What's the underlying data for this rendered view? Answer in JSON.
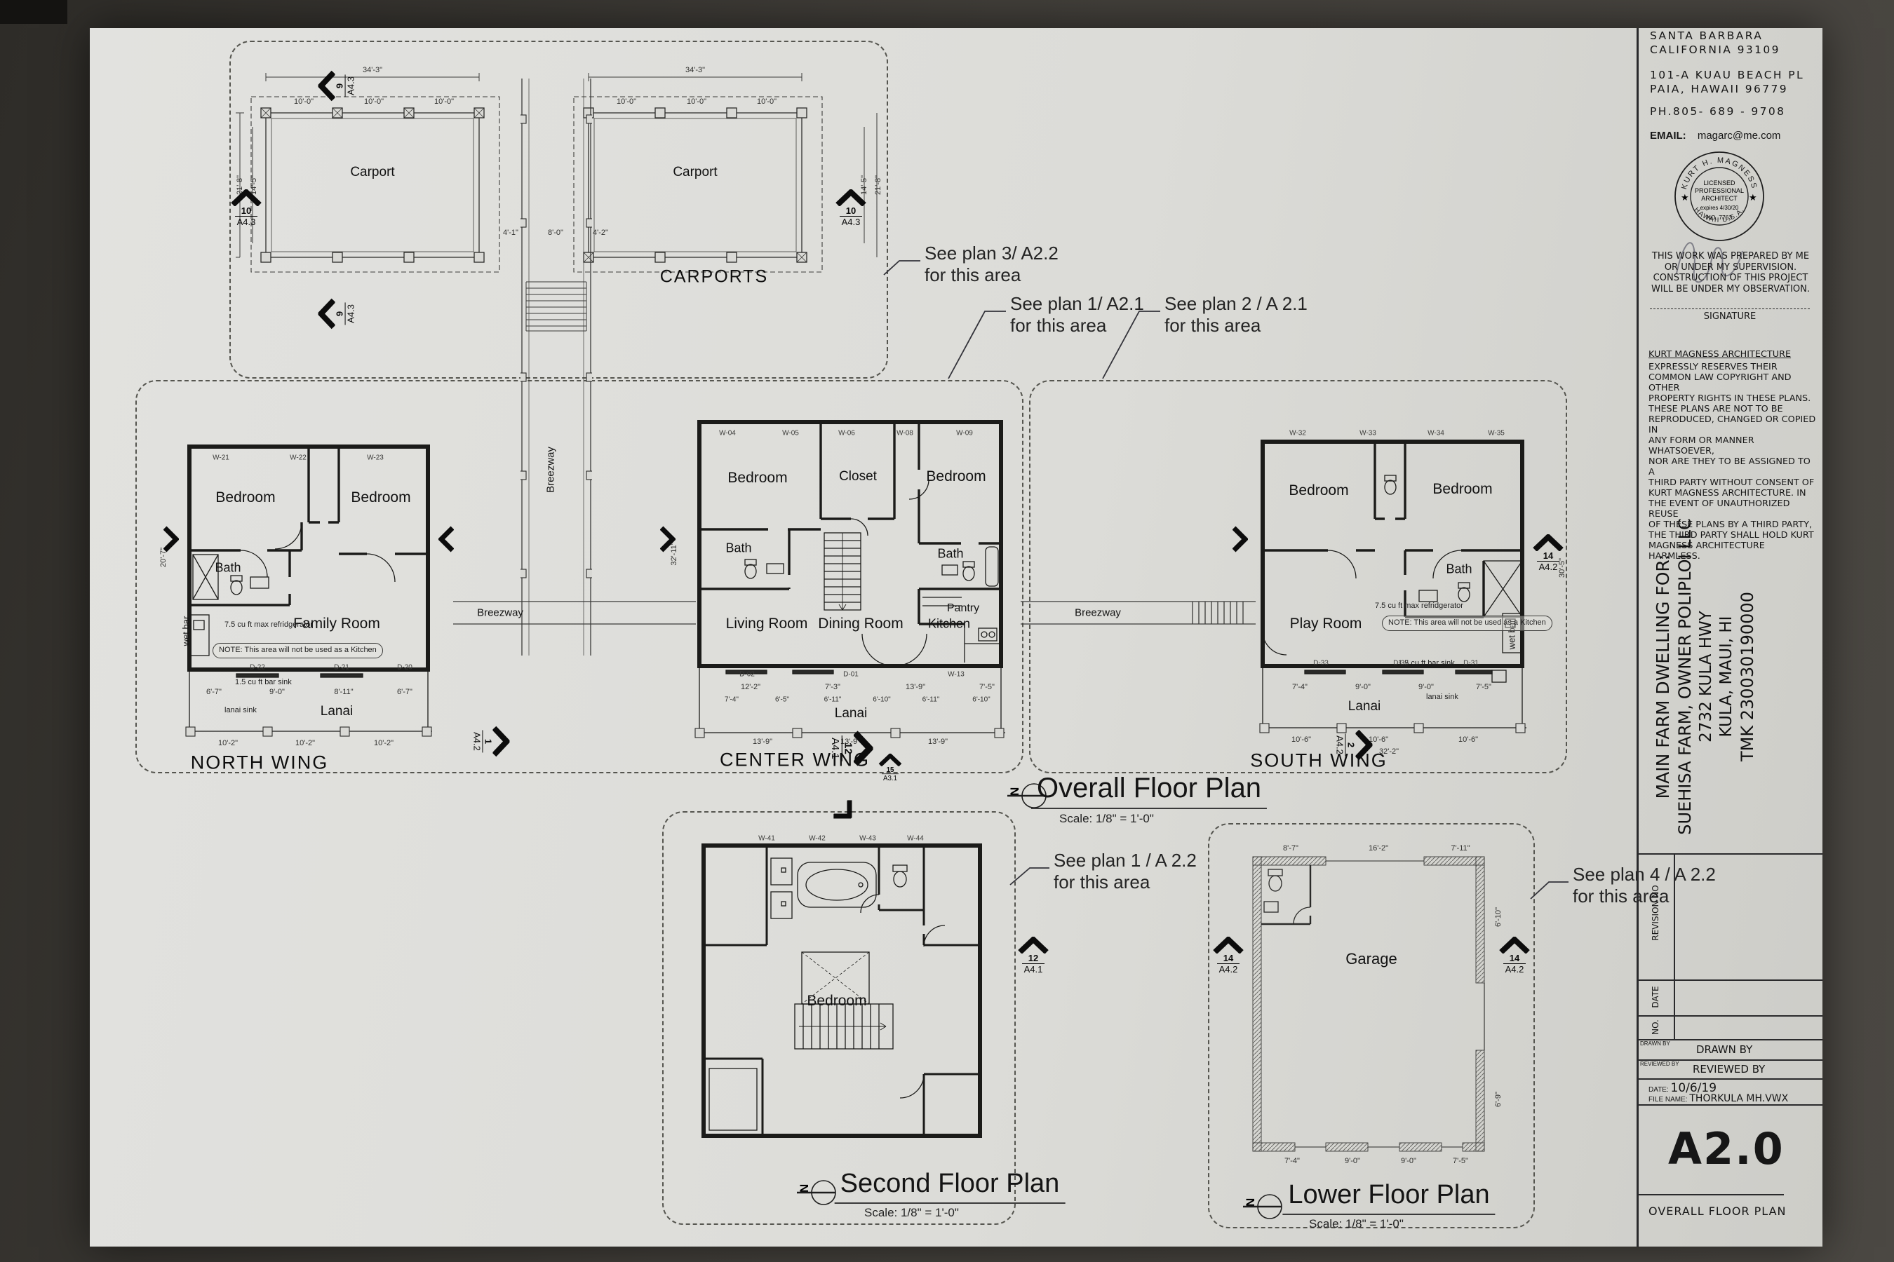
{
  "sheet": {
    "number": "A2.0",
    "title": "OVERALL FLOOR PLAN"
  },
  "firm": {
    "address1": "SANTA BARBARA",
    "address2": "CALIFORNIA 93109",
    "address3": "101-A KUAU BEACH PL",
    "address4": "PAIA, HAWAII 96779",
    "phone": "PH.805- 689 - 9708",
    "email_label": "EMAIL:",
    "email": "magarc@me.com"
  },
  "stamp": {
    "arc_top": "KURT H. MAGNESS",
    "arc_bottom": "HAWAII  U.S.A.",
    "l1": "LICENSED",
    "l2": "PROFESSIONAL",
    "l3": "ARCHITECT",
    "l4": "expires 4/30/20",
    "l5": "NO. 7763",
    "star": "★"
  },
  "attestation": {
    "body": "THIS WORK WAS PREPARED BY ME\nOR UNDER MY SUPERVISION.\nCONSTRUCTION OF THIS PROJECT\nWILL BE UNDER MY OBSERVATION.",
    "signature_label": "SIGNATURE"
  },
  "copyright": {
    "title": "KURT MAGNESS ARCHITECTURE",
    "body": "EXPRESSLY RESERVES THEIR\nCOMMON LAW COPYRIGHT AND OTHER\nPROPERTY RIGHTS IN THESE PLANS.\nTHESE PLANS ARE NOT TO BE\nREPRODUCED, CHANGED OR COPIED IN\nANY FORM OR MANNER WHATSOEVER,\nNOR ARE THEY TO BE ASSIGNED TO A\nTHIRD PARTY WITHOUT CONSENT OF\nKURT MAGNESS ARCHITECTURE.  IN\nTHE EVENT OF UNAUTHORIZED REUSE\nOF THESE PLANS BY A THIRD PARTY,\nTHE THIRD PARTY SHALL HOLD KURT\nMAGNESS ARCHITECTURE HARMLESS."
  },
  "project": {
    "l1": "MAIN FARM DWELLING FOR:",
    "l2": "SUEHISA FARM, OWNER POLIPLOI LLC",
    "l3": "2732 KULA HWY",
    "l4": "KULA, MAUI, HI",
    "l5": "TMK 230030190000"
  },
  "titleblock": {
    "revision": "REVISION NO",
    "date_row": "DATE",
    "no_row": "NO.",
    "drawn_small": "DRAWN BY",
    "drawn": "DRAWN BY",
    "reviewed_small": "REVIEWED BY",
    "reviewed": "REVIEWED BY",
    "date_label": "DATE:",
    "date_value": "10/6/19",
    "file_label": "FILE NAME:",
    "file_value": "THORKULA MH.VWX"
  },
  "plan_titles": {
    "overall": {
      "title": "Overall Floor Plan",
      "scale": "Scale: 1/8\" = 1'-0\""
    },
    "second": {
      "title": "Second Floor Plan",
      "scale": "Scale: 1/8\" = 1'-0\""
    },
    "lower": {
      "title": "Lower Floor Plan",
      "scale": "Scale: 1/8\" = 1'-0\""
    },
    "north_letter": "N"
  },
  "callouts": [
    {
      "l1": "See plan 3/ A2.2",
      "l2": "for this area"
    },
    {
      "l1": "See plan 1/ A2.1",
      "l2": "for this area"
    },
    {
      "l1": "See plan 2 / A 2.1",
      "l2": "for this area"
    },
    {
      "l1": "See plan 1 / A 2.2",
      "l2": "for this area"
    },
    {
      "l1": "See plan 4 / A 2.2",
      "l2": "for this area"
    }
  ],
  "carports": {
    "group_label": "CARPORTS",
    "unit_label": "Carport",
    "dim_top": "34'-3\"",
    "dim_bay": "10'-0\"",
    "dim_left_outer": "21'-8\"",
    "dim_left_inner": "14'-5\"",
    "dim_mid": "8'-0\"",
    "dim_mid_left": "4'-1\"",
    "dim_mid_right": "4'-2\""
  },
  "breezeway": {
    "label": "Breezway"
  },
  "north_wing": {
    "name": "NORTH WING",
    "bed1": "Bedroom",
    "bed2": "Bedroom",
    "bath": "Bath",
    "family": "Family Room",
    "lanai": "Lanai",
    "wetbar": "wet bar",
    "note_fridge": "7.5 cu ft max\nrefridgerator",
    "note_cloud": "NOTE:\nThis area will not be\nused as a Kitchen",
    "note_barsink": "1.5 cu ft bar sink",
    "note_lanaisink": "lanai sink",
    "tags_top": [
      "W-21",
      "W-22",
      "W-23"
    ],
    "tags_lanai": [
      "D-22",
      "D-21",
      "D-20"
    ],
    "dims_lanai": [
      "6'-7\"",
      "9'-0\"",
      "8'-11\"",
      "6'-7\""
    ],
    "dim_postbay": "10'-2\"",
    "dim_side": "20'-7\""
  },
  "center_wing": {
    "name": "CENTER WING",
    "bed1": "Bedroom",
    "closet": "Closet",
    "bed2": "Bedroom",
    "bath1": "Bath",
    "bath2": "Bath",
    "pantry": "Pantry",
    "living": "Living Room",
    "dining": "Dining Room",
    "kitchen": "Kitchen",
    "lanai": "Lanai",
    "tags_top": [
      "W-04",
      "W-05",
      "W-06",
      "W-08",
      "W-09"
    ],
    "tags_lanai": [
      "D-02",
      "D-01",
      "W-13"
    ],
    "dims_lanai": [
      "12'-2\"",
      "7'-3\"",
      "13'-9\"",
      "7'-5\""
    ],
    "dims_row2": [
      "7'-4\"",
      "6'-5\"",
      "6'-11\"",
      "6'-10\"",
      "6'-11\"",
      "6'-10\""
    ],
    "dim_postbay": "13'-9\"",
    "dim_side": "32'-11\""
  },
  "south_wing": {
    "name": "SOUTH WING",
    "bed1": "Bedroom",
    "bed2": "Bedroom",
    "bath": "Bath",
    "play": "Play Room",
    "lanai": "Lanai",
    "wetbar": "wet bar",
    "note_fridge": "7.5 cu ft max refridgerator",
    "note_cloud": "NOTE:\nThis area will not\nbe used as a\nKitchen",
    "note_barsink": "1.5 cu ft bar sink",
    "note_lanaisink": "lanai sink",
    "tags_top": [
      "W-32",
      "W-33",
      "W-34",
      "W-35"
    ],
    "tags_lanai": [
      "D-33",
      "D-32",
      "D-31"
    ],
    "dims_lanai": [
      "7'-4\"",
      "9'-0\"",
      "9'-0\"",
      "7'-5\""
    ],
    "dim_postbay": "10'-6\"",
    "dim_total": "32'-2\"",
    "dim_side": "30'-5\""
  },
  "second_floor": {
    "bedroom": "Bedroom",
    "tags_top": [
      "W-41",
      "W-42",
      "W-43",
      "W-44"
    ]
  },
  "lower_floor": {
    "garage": "Garage",
    "dims_top": [
      "8'-7\"",
      "16'-2\"",
      "7'-11\""
    ],
    "dims_bottom": [
      "7'-4\"",
      "9'-0\"",
      "9'-0\"",
      "7'-5\""
    ],
    "dim_right1": "6'-10\"",
    "dim_right2": "6'-9\""
  },
  "markers": {
    "m9": {
      "num": "9",
      "sheet": "A4.3"
    },
    "m10": {
      "num": "10",
      "sheet": "A4.3"
    },
    "m1": {
      "num": "1",
      "sheet": "A4.2"
    },
    "m12": {
      "num": "12",
      "sheet": "A4.1"
    },
    "m15": {
      "num": "15",
      "sheet": "A3.1"
    },
    "m2": {
      "num": "2",
      "sheet": "A4.2"
    },
    "m14": {
      "num": "14",
      "sheet": "A4.2"
    }
  }
}
